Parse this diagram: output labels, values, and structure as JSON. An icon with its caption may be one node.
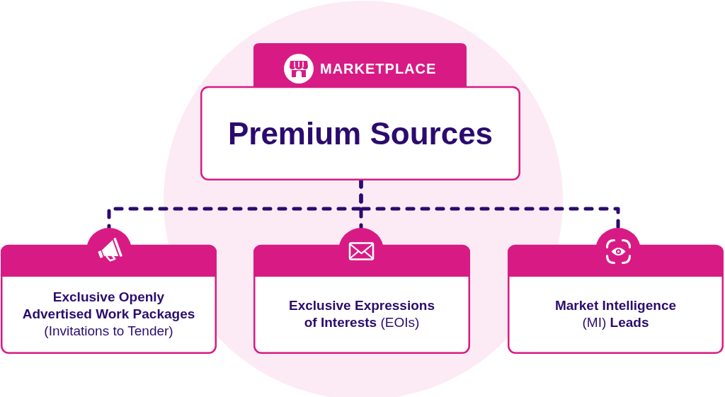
{
  "diagram": {
    "nodes": [
      {
        "text": [
          "MARKETPLACE",
          "Premium Sources"
        ]
      },
      {
        "text": [
          "**Exclusive Openly Advertised Work Packages** (Invitations to Tender)"
        ]
      },
      {
        "text": [
          "**Exclusive Expressions of Interests** (EOIs)"
        ]
      },
      {
        "text": [
          "**Market Intelligence** (MI) **Leads**"
        ]
      }
    ],
    "edges": [
      {
        "from": 0,
        "to": 1,
        "arrow": "none",
        "style": "dashed"
      },
      {
        "from": 0,
        "to": 2,
        "arrow": "none",
        "style": "dashed"
      },
      {
        "from": 0,
        "to": 3,
        "arrow": "none",
        "style": "dashed"
      }
    ]
  }
}
